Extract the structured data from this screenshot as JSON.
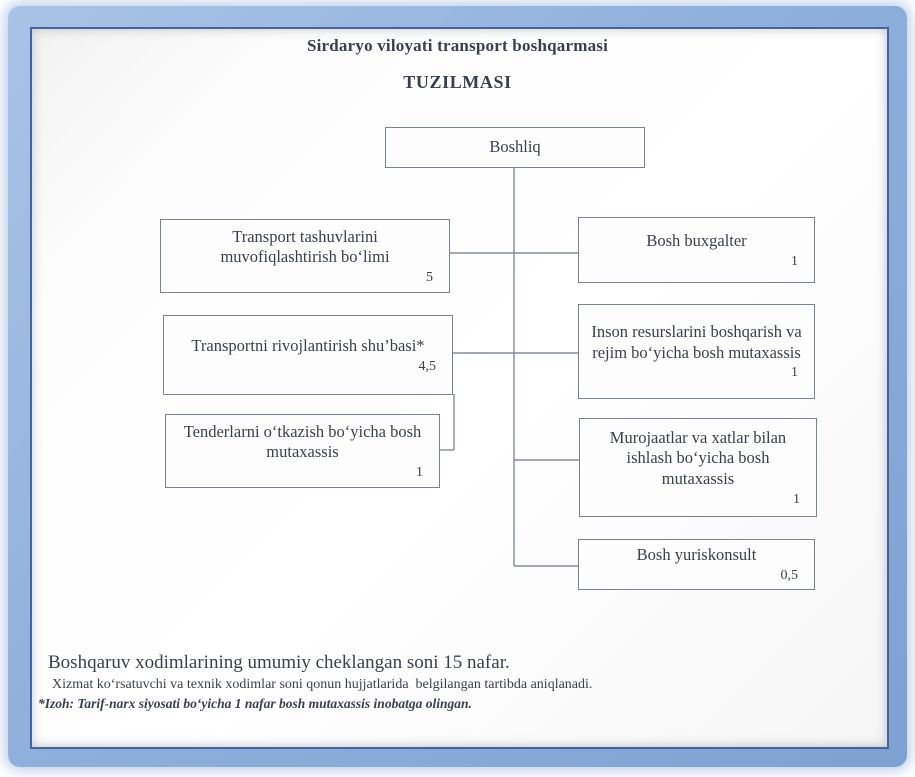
{
  "header": {
    "title": "Sirdaryo viloyati transport boshqarmasi",
    "subtitle": "TUZILMASI"
  },
  "org": {
    "root": {
      "label": "Boshliq",
      "count": ""
    },
    "l1": {
      "label": "Transport tashuvlarini muvofiqlashtirish bo‘limi",
      "count": "5"
    },
    "l2": {
      "label": "Transportni rivojlantirish shu’basi*",
      "count": "4,5"
    },
    "l3": {
      "label": "Tenderlarni o‘tkazish bo‘yicha bosh mutaxassis",
      "count": "1"
    },
    "r1": {
      "label": "Bosh buxgalter",
      "count": "1"
    },
    "r2": {
      "label": "Inson resurslarini boshqarish va rejim bo‘yicha bosh mutaxassis",
      "count": "1"
    },
    "r3": {
      "label": "Murojaatlar va xatlar bilan ishlash bo‘yicha bosh mutaxassis",
      "count": "1"
    },
    "r4": {
      "label": "Bosh yuriskonsult",
      "count": "0,5"
    }
  },
  "footer": {
    "line1": "Boshqaruv xodimlarining umumiy cheklangan soni 15 nafar.",
    "line2": "Xizmat ko‘rsatuvchi va texnik xodimlar soni qonun hujjatlarida  belgilangan tartibda aniqlanadi.",
    "line3": "*Izoh: Tarif-narx siyosati bo‘yicha 1 nafar bosh mutaxassis inobatga olingan."
  },
  "colors": {
    "frame_band": "#8fb0dc",
    "frame_inner_line": "#47639a",
    "box_border": "#7a828f",
    "connector": "#868c98",
    "ink": "#3a3f4b"
  }
}
